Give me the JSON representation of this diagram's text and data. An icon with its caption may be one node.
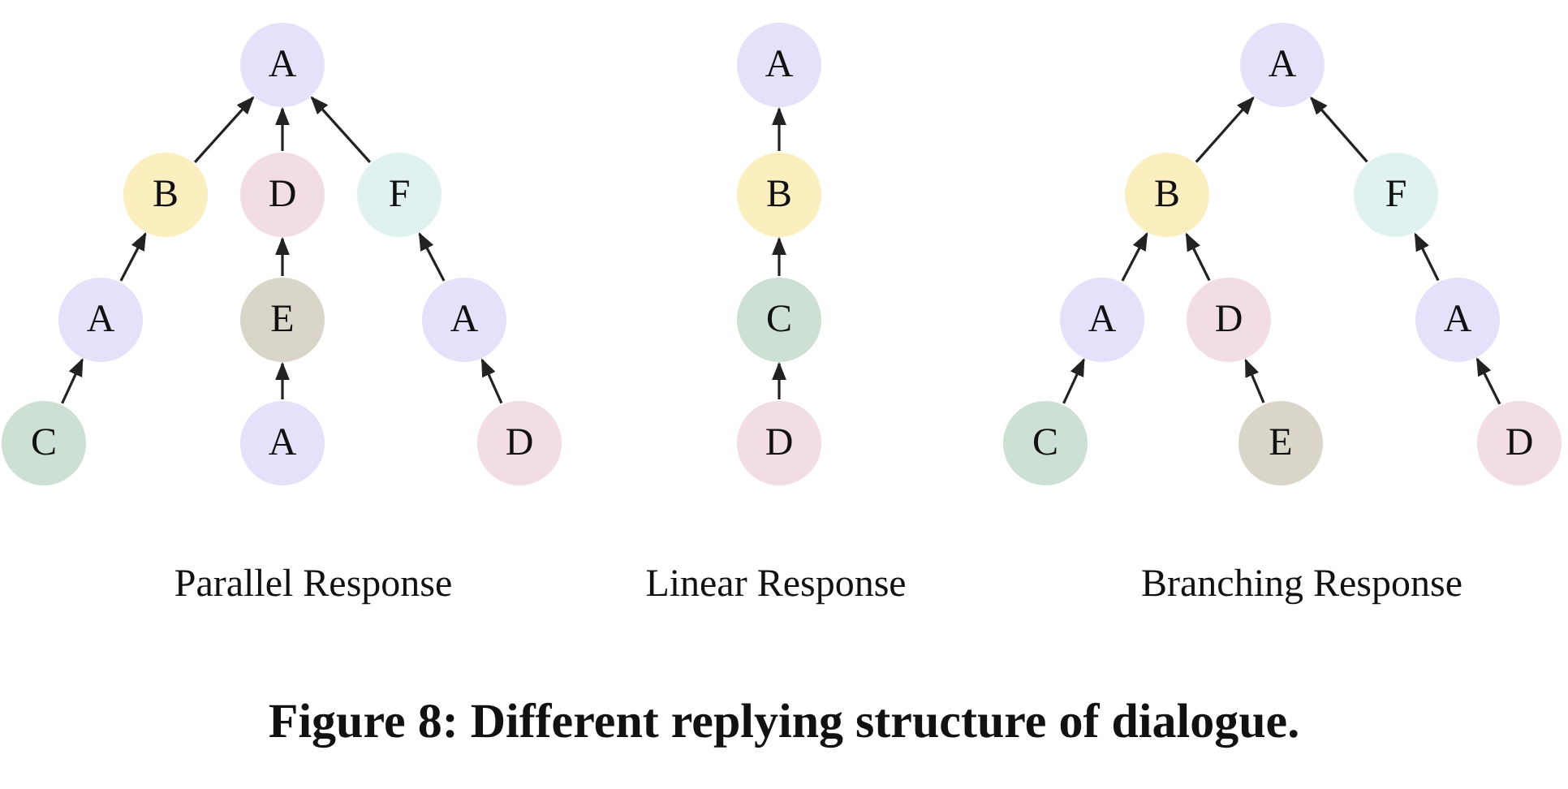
{
  "diagram": {
    "caption": "Figure 8: Different replying structure of dialogue.",
    "nodes": [
      {
        "text": [
          "A"
        ]
      },
      {
        "text": [
          "B"
        ]
      },
      {
        "text": [
          "D"
        ]
      },
      {
        "text": [
          "F"
        ]
      },
      {
        "text": [
          "A"
        ]
      },
      {
        "text": [
          "E"
        ]
      },
      {
        "text": [
          "A"
        ]
      },
      {
        "text": [
          "C"
        ]
      },
      {
        "text": [
          "A"
        ]
      },
      {
        "text": [
          "D"
        ]
      },
      {
        "text": [
          "A"
        ]
      },
      {
        "text": [
          "B"
        ]
      },
      {
        "text": [
          "C"
        ]
      },
      {
        "text": [
          "D"
        ]
      },
      {
        "text": [
          "A"
        ]
      },
      {
        "text": [
          "B"
        ]
      },
      {
        "text": [
          "F"
        ]
      },
      {
        "text": [
          "A"
        ]
      },
      {
        "text": [
          "D"
        ]
      },
      {
        "text": [
          "A"
        ]
      },
      {
        "text": [
          "C"
        ]
      },
      {
        "text": [
          "E"
        ]
      },
      {
        "text": [
          "D"
        ]
      }
    ],
    "edges": [
      {
        "from": 1,
        "to": 0,
        "arrow": "to"
      },
      {
        "from": 2,
        "to": 0,
        "arrow": "to"
      },
      {
        "from": 3,
        "to": 0,
        "arrow": "to"
      },
      {
        "from": 4,
        "to": 1,
        "arrow": "to"
      },
      {
        "from": 5,
        "to": 2,
        "arrow": "to"
      },
      {
        "from": 6,
        "to": 3,
        "arrow": "to"
      },
      {
        "from": 7,
        "to": 4,
        "arrow": "to"
      },
      {
        "from": 8,
        "to": 5,
        "arrow": "to"
      },
      {
        "from": 9,
        "to": 6,
        "arrow": "to"
      },
      {
        "from": 11,
        "to": 10,
        "arrow": "to"
      },
      {
        "from": 12,
        "to": 11,
        "arrow": "to"
      },
      {
        "from": 13,
        "to": 12,
        "arrow": "to"
      },
      {
        "from": 15,
        "to": 14,
        "arrow": "to"
      },
      {
        "from": 16,
        "to": 14,
        "arrow": "to"
      },
      {
        "from": 17,
        "to": 15,
        "arrow": "to"
      },
      {
        "from": 18,
        "to": 15,
        "arrow": "to"
      },
      {
        "from": 19,
        "to": 16,
        "arrow": "to"
      },
      {
        "from": 20,
        "to": 17,
        "arrow": "to"
      },
      {
        "from": 21,
        "to": 18,
        "arrow": "to"
      },
      {
        "from": 22,
        "to": 19,
        "arrow": "to"
      }
    ],
    "labels": [
      "Parallel Response",
      "Linear Response",
      "Branching Response"
    ]
  }
}
